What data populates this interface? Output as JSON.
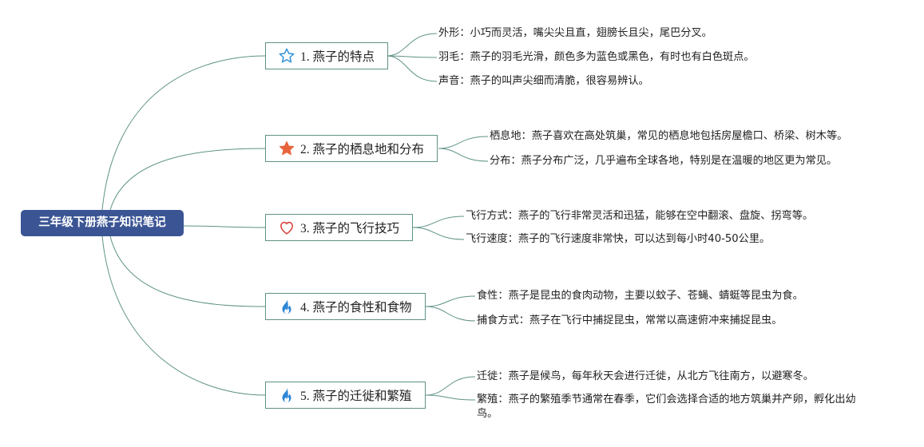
{
  "root": {
    "title": "三年级下册燕子知识笔记"
  },
  "branches": [
    {
      "label": "1. 燕子的特点",
      "icon": "star-outline-icon",
      "leaves": [
        "外形：小巧而灵活，嘴尖尖且直，翅膀长且尖，尾巴分叉。",
        "羽毛：燕子的羽毛光滑，颜色多为蓝色或黑色，有时也有白色斑点。",
        "声音：燕子的叫声尖细而清脆，很容易辨认。"
      ]
    },
    {
      "label": "2. 燕子的栖息地和分布",
      "icon": "star-filled-icon",
      "leaves": [
        "栖息地：燕子喜欢在高处筑巢，常见的栖息地包括房屋檐口、桥梁、树木等。",
        "分布：燕子分布广泛，几乎遍布全球各地，特别是在温暖的地区更为常见。"
      ]
    },
    {
      "label": "3. 燕子的飞行技巧",
      "icon": "heart-icon",
      "leaves": [
        "飞行方式：燕子的飞行非常灵活和迅猛，能够在空中翻滚、盘旋、拐弯等。",
        "飞行速度：燕子的飞行速度非常快，可以达到每小时40-50公里。"
      ]
    },
    {
      "label": "4. 燕子的食性和食物",
      "icon": "flame-icon",
      "leaves": [
        "食性：燕子是昆虫的食肉动物，主要以蚊子、苍蝇、蜻蜓等昆虫为食。",
        "捕食方式：燕子在飞行中捕捉昆虫，常常以高速俯冲来捕捉昆虫。"
      ]
    },
    {
      "label": "5. 燕子的迁徙和繁殖",
      "icon": "flame-icon",
      "leaves": [
        "迁徙：燕子是候鸟，每年秋天会进行迁徙，从北方飞往南方，以避寒冬。",
        "繁殖：燕子的繁殖季节通常在春季，它们会选择合适的地方筑巢并产卵，孵化出幼鸟。"
      ]
    }
  ],
  "colors": {
    "root_fill": "#3b5594",
    "connector": "#5e9286",
    "star_outline": "#2f8fd8",
    "star_filled": "#e8643c",
    "heart": "#d9453f",
    "flame": "#2e86d6"
  }
}
